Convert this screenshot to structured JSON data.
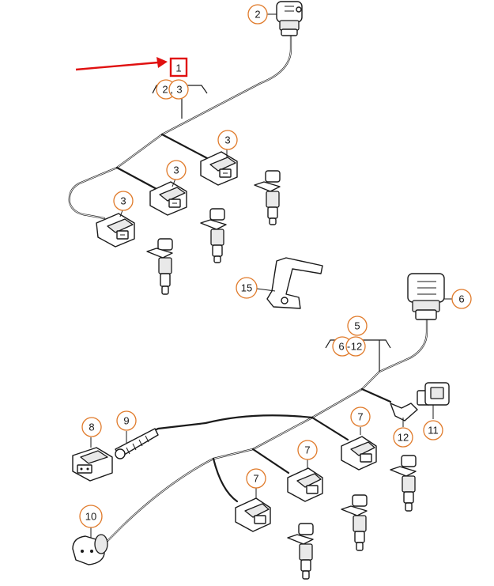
{
  "diagram": {
    "highlighted_callout": "1",
    "callouts": {
      "c1": "1",
      "c2_top": "2",
      "c2_3_a": "2",
      "c2_3_b": "3",
      "c3_a": "3",
      "c3_b": "3",
      "c3_c": "3",
      "c5": "5",
      "c6": "6",
      "c6_12_a": "6",
      "c6_12_sep": "-",
      "c6_12_b": "12",
      "c7_a": "7",
      "c7_b": "7",
      "c7_c": "7",
      "c8": "8",
      "c9": "9",
      "c10": "10",
      "c11": "11",
      "c12": "12",
      "c15": "15"
    },
    "colors": {
      "callout_ring": "#e07a2a",
      "highlight": "#e01010",
      "line": "#1a1a1a"
    }
  }
}
